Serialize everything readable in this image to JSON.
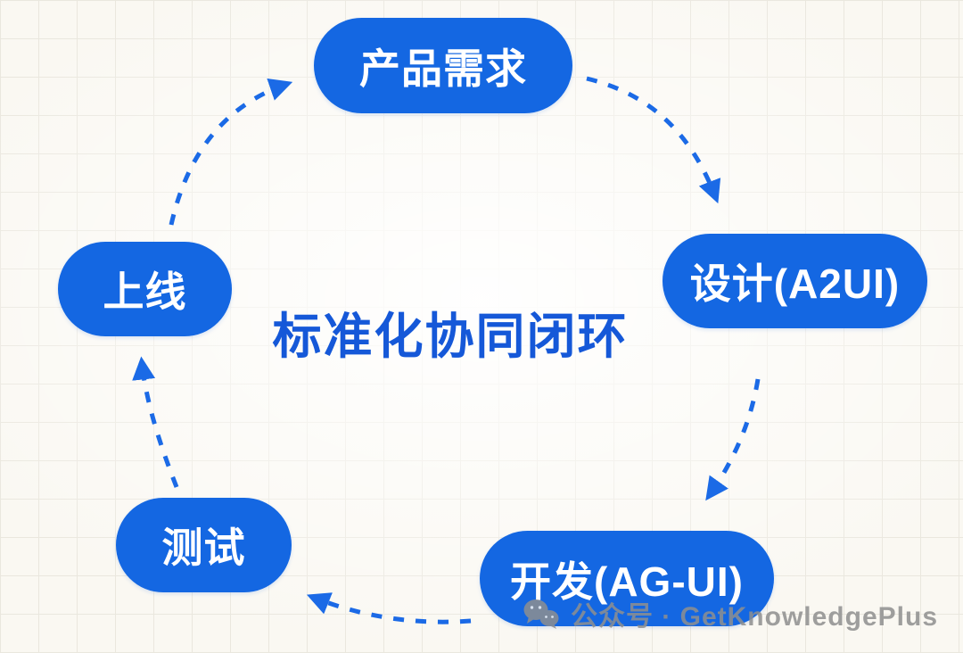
{
  "diagram": {
    "title": "标准化协同闭环",
    "nodes": [
      {
        "id": "requirements",
        "label": "产品需求"
      },
      {
        "id": "design",
        "label": "设计(A2UI)"
      },
      {
        "id": "development",
        "label": "开发(AG-UI)"
      },
      {
        "id": "testing",
        "label": "测试"
      },
      {
        "id": "launch",
        "label": "上线"
      }
    ],
    "edges": [
      {
        "from": "产品需求",
        "to": "设计(A2UI)"
      },
      {
        "from": "设计(A2UI)",
        "to": "开发(AG-UI)"
      },
      {
        "from": "开发(AG-UI)",
        "to": "测试"
      },
      {
        "from": "测试",
        "to": "上线"
      },
      {
        "from": "上线",
        "to": "产品需求"
      }
    ]
  },
  "watermark": {
    "icon": "wechat-icon",
    "text": "公众号 · GetKnowledgePlus"
  },
  "colors": {
    "node_fill": "#1467e2",
    "node_text": "#ffffff",
    "title_text": "#1558d8",
    "arrow": "#1b6ae6",
    "background": "#faf8f2",
    "grid_line": "#eae7de",
    "watermark_text": "#8f8f8f"
  }
}
